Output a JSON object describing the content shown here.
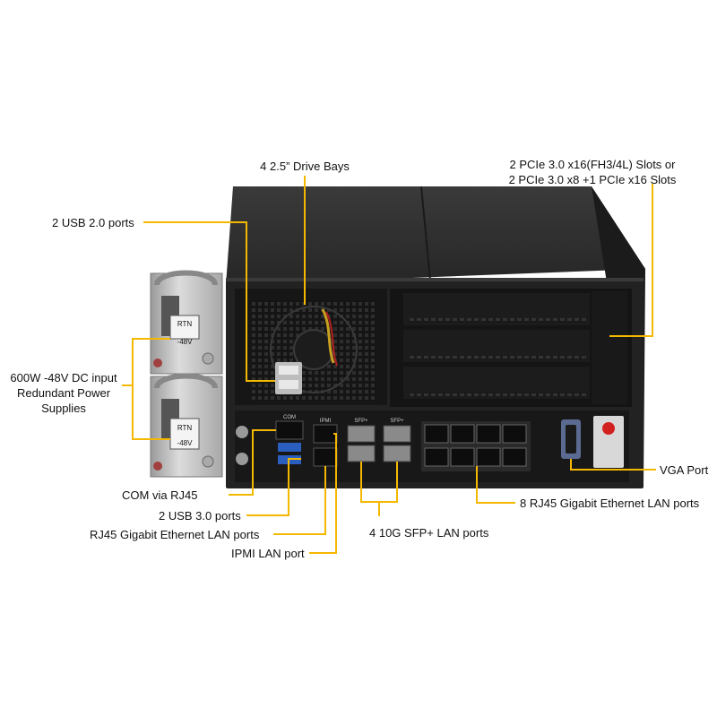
{
  "labels": {
    "drive_bays": "4 2.5” Drive Bays",
    "pcie": [
      "2 PCIe 3.0 x16(FH3/4L) Slots or",
      "2 PCIe 3.0 x8 +1 PCIe x16 Slots"
    ],
    "usb2": "2 USB 2.0 ports",
    "psu": [
      "600W -48V DC input",
      "Redundant Power",
      "Supplies"
    ],
    "vga": "VGA Port",
    "com": "COM via RJ45",
    "usb3": "2 USB 3.0 ports",
    "rj45_lan": "RJ45 Gigabit Ethernet LAN ports",
    "ipmi": "IPMI LAN port",
    "sfp": "4 10G SFP+ LAN ports",
    "rj45_8": "8 RJ45 Gigabit Ethernet LAN ports"
  },
  "device": {
    "psu_top_rtn": "RTN",
    "psu_top_48v": "-48V",
    "psu_bottom_rtn": "RTN",
    "psu_bottom_48v": "-48V",
    "port_com": "COM",
    "port_ipmi": "IPMI",
    "port_sfp_a": "SFP+",
    "port_sfp_b": "SFP+"
  },
  "colors": {
    "callout": "#f5b800",
    "chassis_top": "#2a2a2a",
    "chassis_panel": "#1e1e1e",
    "psu_silver": "#c8c8c8"
  }
}
